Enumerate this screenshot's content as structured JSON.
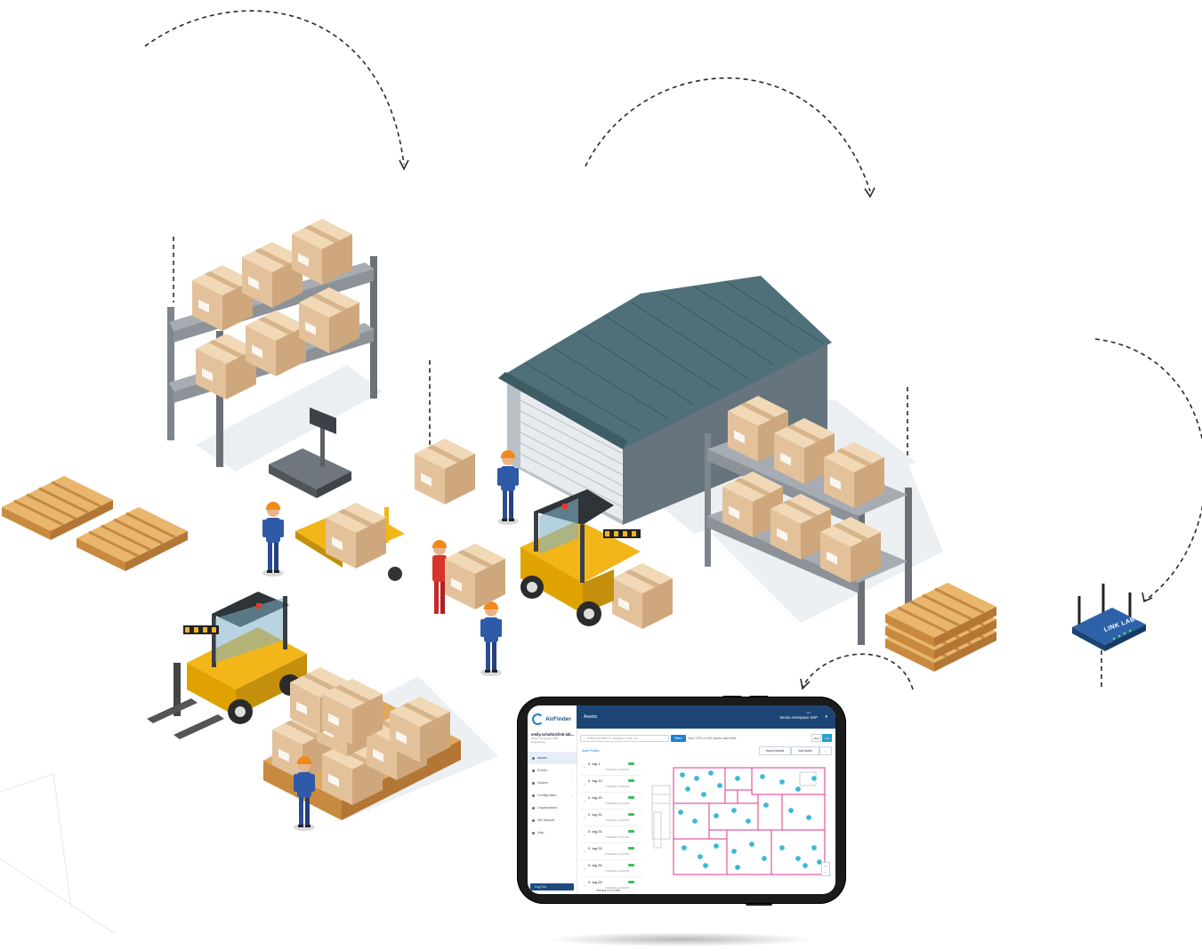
{
  "router": {
    "brand": "LINK LABS"
  },
  "colors": {
    "box": "#e8c9a2",
    "box_dark": "#c9a27a",
    "shelf": "#7f858c",
    "pallet": "#e0a85a",
    "forklift": "#f2b619",
    "roof": "#4f6f78",
    "wall": "#8f9ca6",
    "screen_header": "#1c4576",
    "map_line": "#e0338c",
    "map_pin": "#3cb8d6"
  },
  "tablet_app": {
    "brand": "AirFinder",
    "user_email": "emily.schultz@link-lab...",
    "user_sub": "Senior Aerospace SSP · Engineering",
    "nav": [
      {
        "label": "Assets",
        "icon": "asset-icon",
        "active": true
      },
      {
        "label": "Events",
        "icon": "bell-icon",
        "chev": true
      },
      {
        "label": "System",
        "icon": "system-icon",
        "chev": true
      },
      {
        "label": "Configuration",
        "icon": "gear-icon",
        "chev": true
      },
      {
        "label": "Organizations",
        "icon": "org-icon"
      },
      {
        "label": "Site Manual",
        "icon": "wrench-icon"
      },
      {
        "label": "Help",
        "icon": "help-icon"
      }
    ],
    "logout": "Log Out",
    "header_title": "Assets",
    "site_label": "Site",
    "site_value": "Senior Aerospace SSP",
    "search_placeholder": "Search by Asset ID, category, name, etc.",
    "filters_label": "Filters",
    "results_text": "Total: 170% of 1900 assets match filter.",
    "view_map": "Map",
    "view_list": "List",
    "selection_label": "Asset Profiles",
    "import_label": "Import Assets",
    "add_label": "Add Asset",
    "more_label": "...",
    "rows": [
      {
        "name": "0. tag 1",
        "time": "7/15/2021 12:15 PM"
      },
      {
        "name": "0. tag 13",
        "time": "7/15/2021 12:28 PM"
      },
      {
        "name": "0. tag 15",
        "time": "7/15/2021 12:23 PM"
      },
      {
        "name": "0. tag 22",
        "time": "7/15/2021 12:28 PM"
      },
      {
        "name": "0. tag 24",
        "time": "7/15/2021 12:37 PM"
      },
      {
        "name": "0. tag 25",
        "time": "7/15/2021 12:47 PM"
      },
      {
        "name": "0. tag 26",
        "time": "7/15/2021 12:44 PM"
      },
      {
        "name": "0. tag 28",
        "time": "7/15/2021 12:50 PM"
      }
    ],
    "viewing": "Viewing 10 of 1406"
  }
}
